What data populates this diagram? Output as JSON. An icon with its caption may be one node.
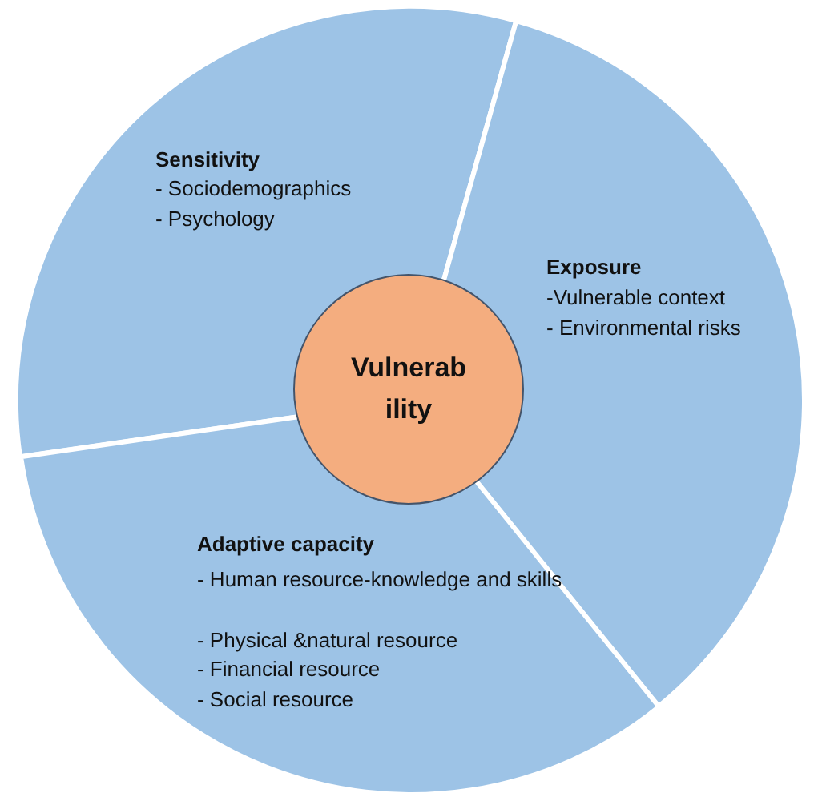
{
  "diagram": {
    "nodes": [
      {
        "text": [
          "Sensitivity",
          "- Sociodemographics",
          "- Psychology"
        ]
      },
      {
        "text": [
          "Exposure",
          "-Vulnerable context",
          "- Environmental risks"
        ]
      },
      {
        "text": [
          "Adaptive capacity",
          "- Human resource-knowledge and skills",
          "- Physical &natural resource",
          "- Financial resource",
          "- Social resource"
        ]
      },
      {
        "text": [
          "Vulnerab ility"
        ]
      }
    ],
    "edges": []
  }
}
